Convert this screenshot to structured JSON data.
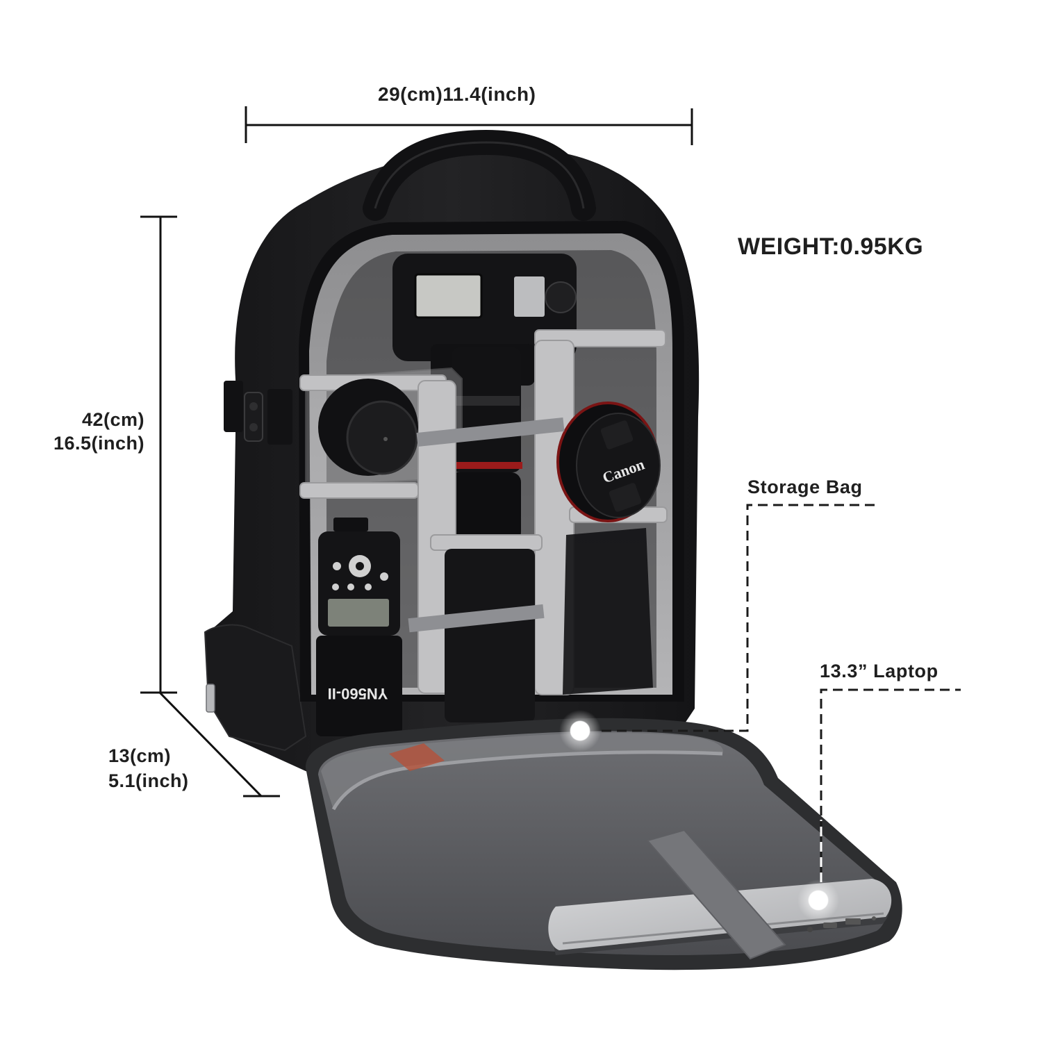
{
  "product": {
    "type": "camera backpack",
    "colors": {
      "shell": "#1c1c1e",
      "lining": "#a9a9ab",
      "divider": "#bdbdbf",
      "front_panel": "#5d5e62",
      "laptop": "#c9cacc",
      "strap": "#77787c",
      "annotation": "#1a1a1a",
      "background": "#ffffff"
    }
  },
  "dimensions": {
    "width": {
      "text": "29(cm)11.4(inch)",
      "cm": 29,
      "inch": 11.4
    },
    "height": {
      "line1": "42(cm)",
      "line2": "16.5(inch)",
      "cm": 42,
      "inch": 16.5
    },
    "depth": {
      "line1": "13(cm)",
      "line2": "5.1(inch)",
      "cm": 13,
      "inch": 5.1
    }
  },
  "weight": {
    "text": "WEIGHT:0.95KG",
    "value_kg": 0.95
  },
  "callouts": [
    {
      "label": "Storage Bag"
    },
    {
      "label": "13.3” Laptop"
    }
  ],
  "contents": {
    "lens_cap_brand": "Canon",
    "flash_model": "YN560-II"
  }
}
